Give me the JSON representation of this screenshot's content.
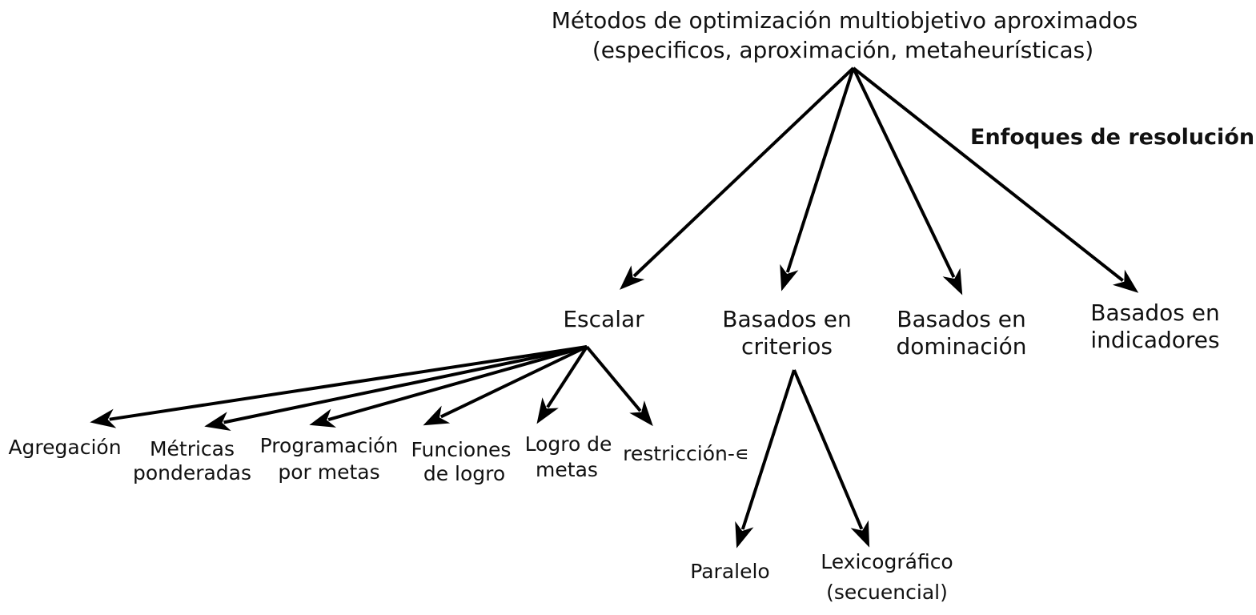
{
  "diagram": {
    "root": {
      "line1": "Métodos de optimización multiobjetivo aproximados",
      "line2": "(especificos, aproximación, metaheurísticas)"
    },
    "approaches_label": "Enfoques de resolución",
    "approaches": [
      {
        "id": "escalar",
        "lines": [
          "Escalar"
        ]
      },
      {
        "id": "criterios",
        "lines": [
          "Basados en",
          "criterios"
        ]
      },
      {
        "id": "dominacion",
        "lines": [
          "Basados en",
          "dominación"
        ]
      },
      {
        "id": "indicadores",
        "lines": [
          "Basados en",
          "indicadores"
        ]
      }
    ],
    "escalar_children": [
      {
        "id": "agregacion",
        "lines": [
          "Agregación"
        ]
      },
      {
        "id": "metricas",
        "lines": [
          "Métricas",
          "ponderadas"
        ]
      },
      {
        "id": "programacion",
        "lines": [
          "Programación",
          "por metas"
        ]
      },
      {
        "id": "funciones",
        "lines": [
          "Funciones",
          "de logro"
        ]
      },
      {
        "id": "logro",
        "lines": [
          "Logro de",
          "metas"
        ]
      },
      {
        "id": "restriccion",
        "lines": [
          "restricción-∊"
        ]
      }
    ],
    "criterios_children": [
      {
        "id": "paralelo",
        "lines": [
          "Paralelo"
        ]
      },
      {
        "id": "lexicografico",
        "lines": [
          "Lexicográfico",
          "(secuencial)"
        ]
      }
    ],
    "colors": {
      "text": "#111111",
      "lines": "#000000",
      "background": "#ffffff"
    }
  }
}
